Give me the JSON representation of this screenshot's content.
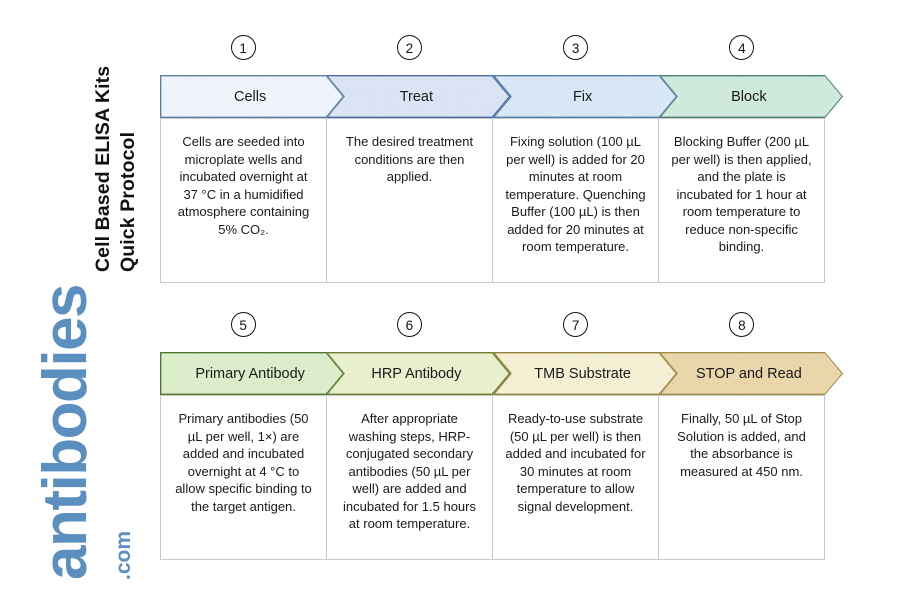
{
  "title": {
    "line1": "Cell Based ELISA Kits",
    "line2": "Quick Protocol"
  },
  "logo": {
    "name": "antibodies",
    "suffix": ".com",
    "color": "#5b8fbf"
  },
  "rows": [
    {
      "id": "row-1",
      "steps": [
        {
          "number": "1",
          "label": "Cells",
          "fill": "#eef4fa",
          "border": "#5b7fa6",
          "body": "Cells are seeded into microplate wells and incubated overnight at 37 °C in a humidified atmosphere containing 5% CO₂."
        },
        {
          "number": "2",
          "label": "Treat",
          "fill": "#dbe4f5",
          "border": "#4a6a9e",
          "body": "The desired treatment conditions are then applied."
        },
        {
          "number": "3",
          "label": "Fix",
          "fill": "#d9e8f7",
          "border": "#4f7fa8",
          "body": "Fixing solution (100 µL per well) is added for 20 minutes at room temperature. Quenching Buffer (100 µL) is then added for 20 minutes at room temperature."
        },
        {
          "number": "4",
          "label": "Block",
          "fill": "#cfe9dd",
          "border": "#4f7f6e",
          "body": "Blocking Buffer (200 µL per well) is then applied, and the plate is incubated for 1 hour at room temperature to reduce non-specific binding."
        }
      ]
    },
    {
      "id": "row-2",
      "steps": [
        {
          "number": "5",
          "label": "Primary Antibody",
          "fill": "#dcedcc",
          "border": "#4f7a2e",
          "body": "Primary antibodies (50 µL per well, 1×) are added and incubated overnight at 4 °C to allow specific binding to the target antigen."
        },
        {
          "number": "6",
          "label": "HRP Antibody",
          "fill": "#e9f0cd",
          "border": "#6e7c33",
          "body": "After appropriate washing steps, HRP-conjugated secondary antibodies (50 µL per well) are added and incubated for 1.5 hours at room temperature."
        },
        {
          "number": "7",
          "label": "TMB Substrate",
          "fill": "#f5efd4",
          "border": "#93813c",
          "body": "Ready-to-use substrate (50 µL per well) is then added and incubated for 30 minutes at room temperature to allow signal development."
        },
        {
          "number": "8",
          "label": "STOP and Read",
          "fill": "#e9d7ab",
          "border": "#a08a46",
          "body": "Finally, 50 µL of Stop Solution is added, and the absorbance is measured at 450 nm."
        }
      ]
    }
  ]
}
